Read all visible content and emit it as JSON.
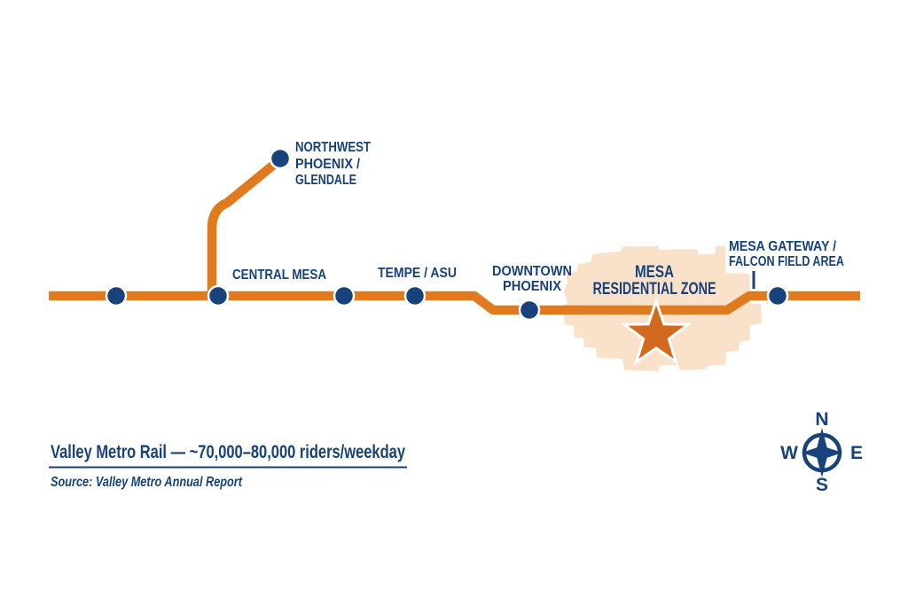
{
  "colors": {
    "line_orange": "#DF7A1E",
    "star_orange": "#D2691E",
    "navy": "#17427B",
    "zone_fill": "#FAE2CA",
    "background": "#FFFFFF"
  },
  "stations": {
    "northwest_phoenix_glendale": {
      "line1": "NORTHWEST",
      "line2": "PHOENIX /",
      "line3": "GLENDALE"
    },
    "central_mesa": {
      "label": "CENTRAL MESA"
    },
    "tempe_asu": {
      "label": "TEMPE / ASU"
    },
    "downtown_phoenix": {
      "line1": "DOWNTOWN",
      "line2": "PHOENIX"
    },
    "mesa_gateway": {
      "line1": "MESA GATEWAY /",
      "line2": "FALCON FIELD AREA"
    }
  },
  "zone": {
    "line1": "MESA",
    "line2": "RESIDENTIAL ZONE"
  },
  "legend": {
    "title": "Valley Metro Rail — ~70,000–80,000 riders/weekday",
    "source": "Source: Valley Metro Annual Report"
  },
  "compass": {
    "north": "N",
    "east": "E",
    "south": "S",
    "west": "W"
  }
}
